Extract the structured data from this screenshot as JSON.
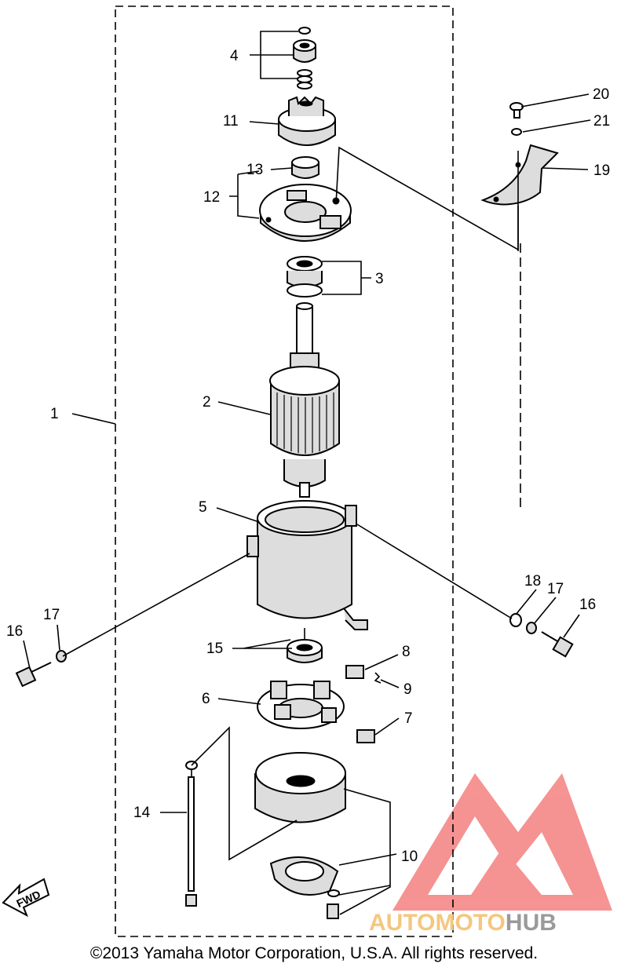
{
  "callouts": {
    "c1": "1",
    "c2": "2",
    "c3": "3",
    "c4": "4",
    "c5": "5",
    "c6": "6",
    "c7": "7",
    "c8": "8",
    "c9": "9",
    "c10": "10",
    "c11": "11",
    "c12": "12",
    "c13": "13",
    "c14": "14",
    "c15": "15",
    "c16a": "16",
    "c16b": "16",
    "c17a": "17",
    "c17b": "17",
    "c18": "18",
    "c19": "19",
    "c20": "20",
    "c21": "21"
  },
  "fwd_label": "FWD",
  "watermark": {
    "part1": "AUTO",
    "part2": "MOTO",
    "part3": "HUB"
  },
  "copyright": "©2013 Yamaha Motor Corporation, U.S.A. All rights reserved."
}
